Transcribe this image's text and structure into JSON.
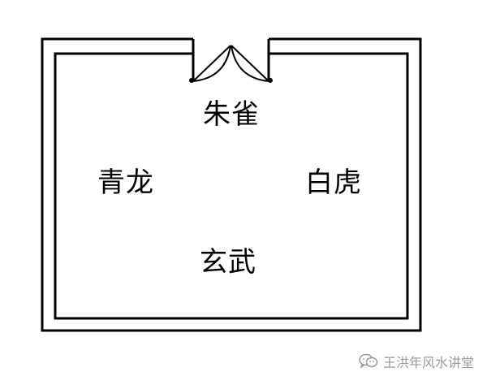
{
  "diagram": {
    "labels": {
      "top": "朱雀",
      "left": "青龙",
      "right": "白虎",
      "bottom": "玄武"
    }
  },
  "watermark": {
    "text": "王洪年风水讲堂",
    "icon": "wechat-icon"
  },
  "colors": {
    "line": "#000000",
    "background": "#ffffff",
    "watermark": "#9a9a9a"
  }
}
